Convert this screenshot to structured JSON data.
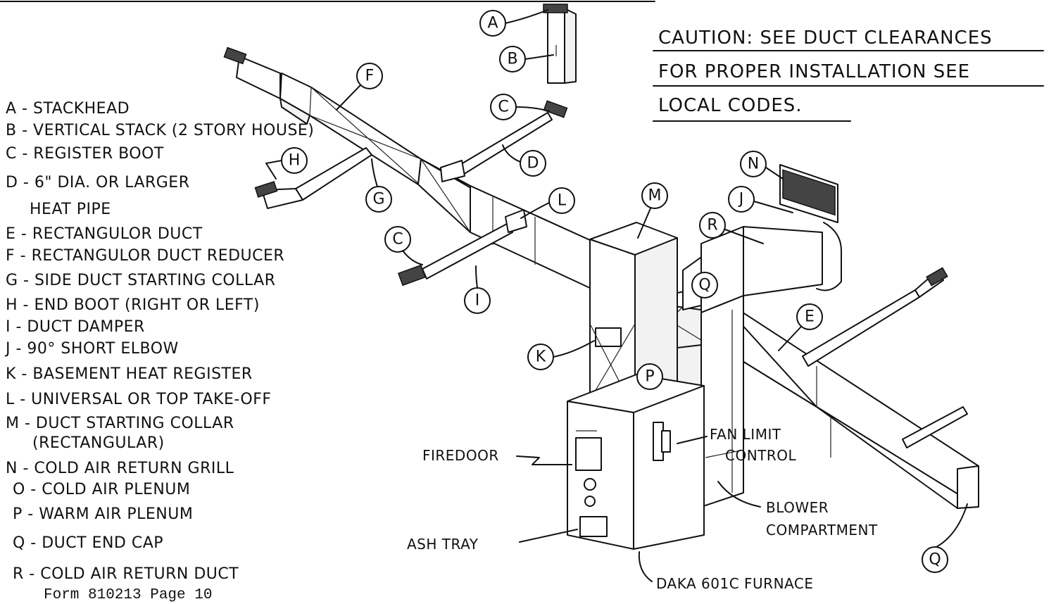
{
  "caution": {
    "line1": "CAUTION: SEE DUCT CLEARANCES",
    "line2": "FOR PROPER INSTALLATION SEE",
    "line3": "LOCAL CODES."
  },
  "legend": [
    {
      "text": "A - STACKHEAD"
    },
    {
      "text": "B - VERTICAL STACK (2 STORY HOUSE)"
    },
    {
      "text": "C - REGISTER BOOT"
    },
    {
      "text": "D - 6\" DIA. OR LARGER"
    },
    {
      "text": "HEAT PIPE"
    },
    {
      "text": "E - RECTANGULOR DUCT"
    },
    {
      "text": "F - RECTANGULOR DUCT REDUCER"
    },
    {
      "text": "G - SIDE DUCT STARTING COLLAR"
    },
    {
      "text": "H - END BOOT (RIGHT OR LEFT)"
    },
    {
      "text": "I - DUCT DAMPER"
    },
    {
      "text": "J - 90° SHORT ELBOW"
    },
    {
      "text": "K - BASEMENT HEAT REGISTER"
    },
    {
      "text": "L - UNIVERSAL OR TOP TAKE-OFF"
    },
    {
      "text": "M - DUCT STARTING COLLAR"
    },
    {
      "text": "(RECTANGULAR)"
    },
    {
      "text": "N - COLD AIR RETURN GRILL"
    },
    {
      "text": "O - COLD AIR PLENUM"
    },
    {
      "text": "P - WARM AIR PLENUM"
    },
    {
      "text": "Q - DUCT END CAP"
    },
    {
      "text": "R - COLD AIR RETURN DUCT"
    }
  ],
  "footer": {
    "form": "Form 810213  Page 10"
  },
  "callouts": {
    "A": "A",
    "B": "B",
    "C1": "C",
    "C2": "C",
    "D": "D",
    "E": "E",
    "F": "F",
    "G": "G",
    "H": "H",
    "I": "I",
    "J": "J",
    "K": "K",
    "L": "L",
    "M": "M",
    "N": "N",
    "P": "P",
    "Q1": "Q",
    "Q2": "Q",
    "R": "R"
  },
  "labels": {
    "firedoor": "FIREDOOR",
    "fan_limit_1": "FAN LIMIT",
    "fan_limit_2": "CONTROL",
    "ash_tray": "ASH TRAY",
    "blower_1": "BLOWER",
    "blower_2": "COMPARTMENT",
    "furnace": "DAKA 601C FURNACE"
  }
}
